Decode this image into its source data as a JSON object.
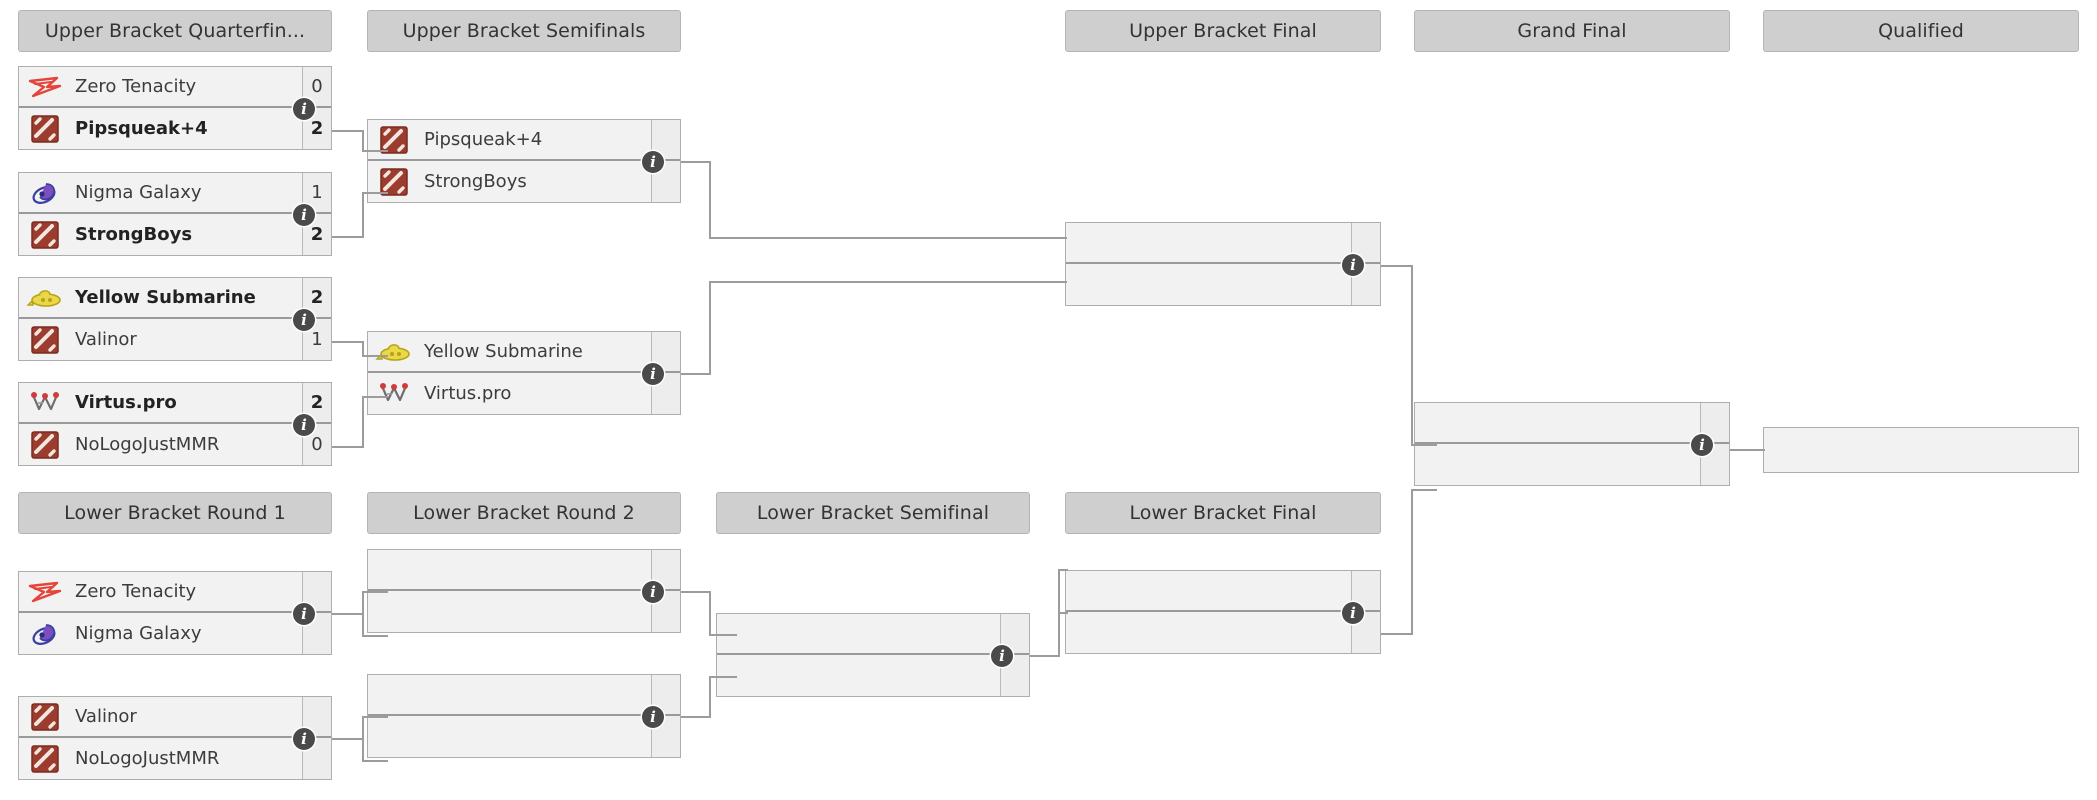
{
  "page": {
    "title": "Tournament Bracket",
    "accent_box_bg": "#f2f2f2",
    "header_bg": "#cfcfcf",
    "line_color": "#9c9c9c",
    "badge_color": "#4a4a4a"
  },
  "headers": {
    "ub_quarterfinals": "Upper Bracket Quarterfin...",
    "ub_semifinals": "Upper Bracket Semifinals",
    "ub_final": "Upper Bracket Final",
    "grand_final": "Grand Final",
    "qualified": "Qualified",
    "lb_round1": "Lower Bracket Round 1",
    "lb_round2": "Lower Bracket Round 2",
    "lb_semifinal": "Lower Bracket Semifinal",
    "lb_final": "Lower Bracket Final"
  },
  "icons": {
    "info": "i",
    "info_name": "info-icon"
  },
  "matches": {
    "ubqf1": {
      "top": {
        "team": "Zero Tenacity",
        "score": "0",
        "winner": false,
        "logo": "zero-tenacity"
      },
      "bottom": {
        "team": "Pipsqueak+4",
        "score": "2",
        "winner": true,
        "logo": "dota-generic"
      }
    },
    "ubqf2": {
      "top": {
        "team": "Nigma Galaxy",
        "score": "1",
        "winner": false,
        "logo": "nigma-galaxy"
      },
      "bottom": {
        "team": "StrongBoys",
        "score": "2",
        "winner": true,
        "logo": "dota-generic"
      }
    },
    "ubqf3": {
      "top": {
        "team": "Yellow Submarine",
        "score": "2",
        "winner": true,
        "logo": "yellow-submarine"
      },
      "bottom": {
        "team": "Valinor",
        "score": "1",
        "winner": false,
        "logo": "dota-generic"
      }
    },
    "ubqf4": {
      "top": {
        "team": "Virtus.pro",
        "score": "2",
        "winner": true,
        "logo": "virtus-pro"
      },
      "bottom": {
        "team": "NoLogoJustMMR",
        "score": "0",
        "winner": false,
        "logo": "dota-generic"
      }
    },
    "ubsf1": {
      "top": {
        "team": "Pipsqueak+4",
        "score": "",
        "winner": false,
        "logo": "dota-generic"
      },
      "bottom": {
        "team": "StrongBoys",
        "score": "",
        "winner": false,
        "logo": "dota-generic"
      }
    },
    "ubsf2": {
      "top": {
        "team": "Yellow Submarine",
        "score": "",
        "winner": false,
        "logo": "yellow-submarine"
      },
      "bottom": {
        "team": "Virtus.pro",
        "score": "",
        "winner": false,
        "logo": "virtus-pro"
      }
    },
    "ubf": {
      "top": {
        "team": "",
        "score": "",
        "winner": false,
        "logo": "none"
      },
      "bottom": {
        "team": "",
        "score": "",
        "winner": false,
        "logo": "none"
      }
    },
    "gf": {
      "top": {
        "team": "",
        "score": "",
        "winner": false,
        "logo": "none"
      },
      "bottom": {
        "team": "",
        "score": "",
        "winner": false,
        "logo": "none"
      }
    },
    "qualified": {
      "top": {
        "team": "",
        "score": "",
        "winner": false,
        "logo": "none"
      }
    },
    "lbr1m1": {
      "top": {
        "team": "Zero Tenacity",
        "score": "",
        "winner": false,
        "logo": "zero-tenacity"
      },
      "bottom": {
        "team": "Nigma Galaxy",
        "score": "",
        "winner": false,
        "logo": "nigma-galaxy"
      }
    },
    "lbr1m2": {
      "top": {
        "team": "Valinor",
        "score": "",
        "winner": false,
        "logo": "dota-generic"
      },
      "bottom": {
        "team": "NoLogoJustMMR",
        "score": "",
        "winner": false,
        "logo": "dota-generic"
      }
    },
    "lbr2m1": {
      "top": {
        "team": "",
        "score": "",
        "winner": false,
        "logo": "none"
      },
      "bottom": {
        "team": "",
        "score": "",
        "winner": false,
        "logo": "none"
      }
    },
    "lbr2m2": {
      "top": {
        "team": "",
        "score": "",
        "winner": false,
        "logo": "none"
      },
      "bottom": {
        "team": "",
        "score": "",
        "winner": false,
        "logo": "none"
      }
    },
    "lbsf": {
      "top": {
        "team": "",
        "score": "",
        "winner": false,
        "logo": "none"
      },
      "bottom": {
        "team": "",
        "score": "",
        "winner": false,
        "logo": "none"
      }
    },
    "lbf": {
      "top": {
        "team": "",
        "score": "",
        "winner": false,
        "logo": "none"
      },
      "bottom": {
        "team": "",
        "score": "",
        "winner": false,
        "logo": "none"
      }
    }
  }
}
